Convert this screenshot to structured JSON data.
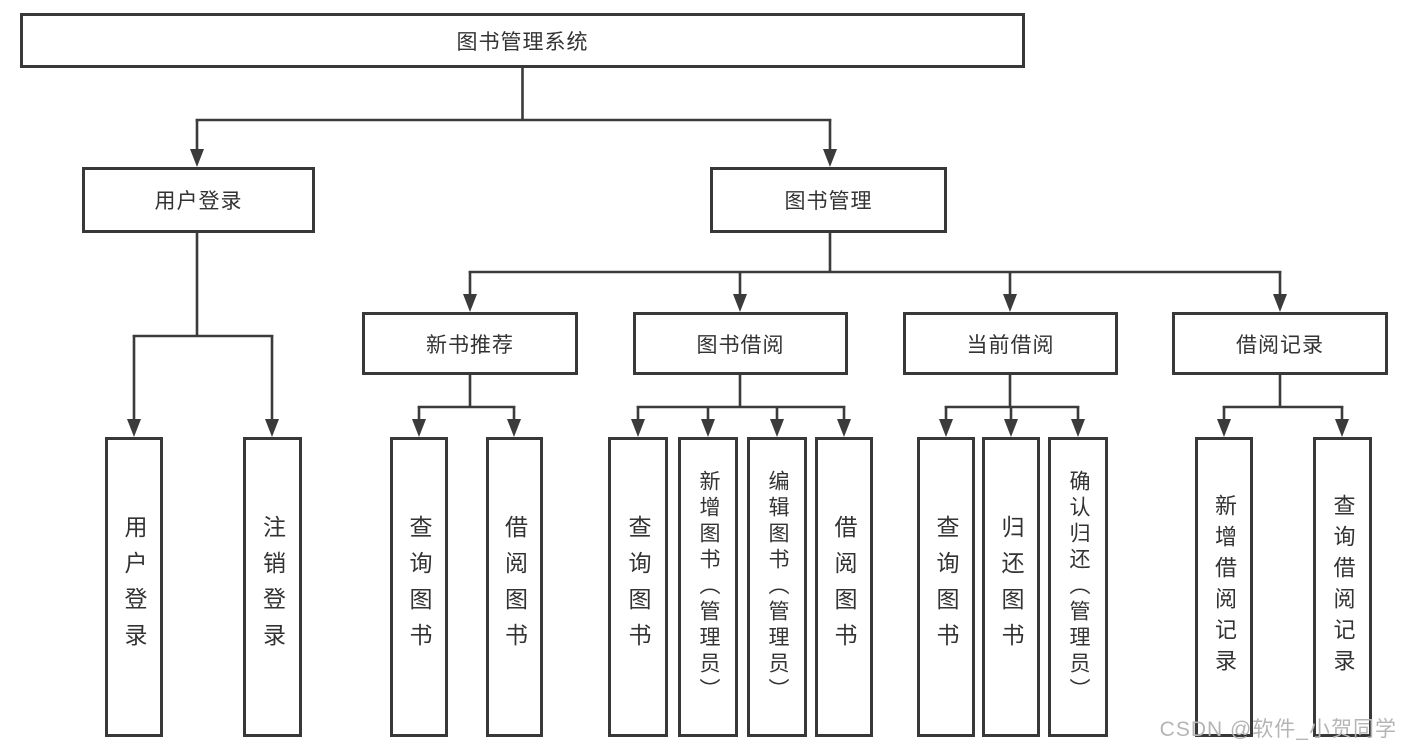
{
  "tree": {
    "root": {
      "label": "图书管理系统"
    },
    "branches": [
      {
        "label": "用户登录",
        "children": [
          {
            "label": "用户登录"
          },
          {
            "label": "注销登录"
          }
        ]
      },
      {
        "label": "图书管理",
        "children": [
          {
            "label": "新书推荐",
            "children": [
              {
                "label": "查询图书"
              },
              {
                "label": "借阅图书"
              }
            ]
          },
          {
            "label": "图书借阅",
            "children": [
              {
                "label": "查询图书"
              },
              {
                "label": "新增图书（管理员）"
              },
              {
                "label": "编辑图书（管理员）"
              },
              {
                "label": "借阅图书"
              }
            ]
          },
          {
            "label": "当前借阅",
            "children": [
              {
                "label": "查询图书"
              },
              {
                "label": "归还图书"
              },
              {
                "label": "确认归还（管理员）"
              }
            ]
          },
          {
            "label": "借阅记录",
            "children": [
              {
                "label": "新增借阅记录"
              },
              {
                "label": "查询借阅记录"
              }
            ]
          }
        ]
      }
    ]
  },
  "watermark": {
    "text": "CSDN @软件_小贺同学"
  },
  "colors": {
    "line": "#3b3b3b",
    "border": "#383838",
    "text": "#333333",
    "watermark": "#b5b5b5",
    "background": "#ffffff"
  }
}
